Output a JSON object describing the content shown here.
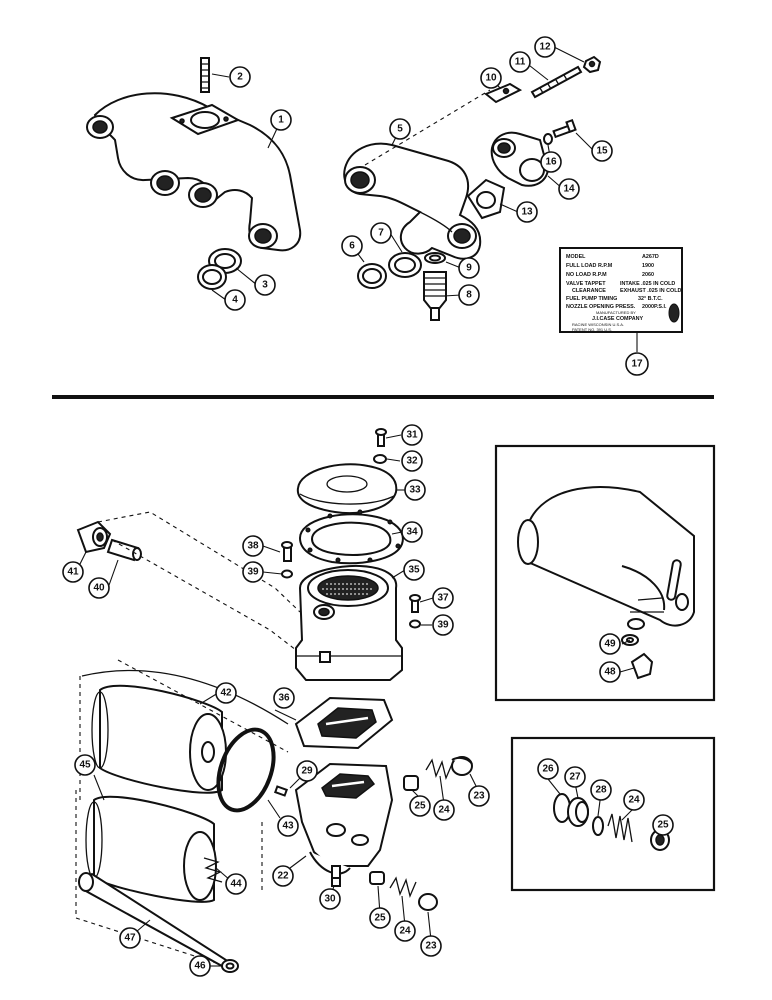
{
  "callouts": [
    "1",
    "2",
    "3",
    "4",
    "5",
    "6",
    "7",
    "8",
    "9",
    "10",
    "11",
    "12",
    "13",
    "14",
    "15",
    "16",
    "17",
    "22",
    "23",
    "23",
    "24",
    "24",
    "24",
    "25",
    "25",
    "25",
    "26",
    "27",
    "28",
    "29",
    "30",
    "31",
    "32",
    "33",
    "34",
    "35",
    "36",
    "37",
    "38",
    "39",
    "39",
    "40",
    "41",
    "42",
    "43",
    "44",
    "45",
    "46",
    "47",
    "48",
    "49"
  ],
  "decal": {
    "rows": [
      {
        "label": "MODEL",
        "value": "A267D"
      },
      {
        "label": "FULL LOAD R.P.M",
        "value": "1900"
      },
      {
        "label": "NO LOAD R.P.M",
        "value": "2060"
      },
      {
        "label": "VALVE TAPPET",
        "value": "INTAKE .025 IN COLD"
      },
      {
        "label": "CLEARANCE",
        "value": "EXHAUST .025 IN COLD"
      },
      {
        "label": "FUEL PUMP TIMING",
        "value": "32° B.T.C."
      },
      {
        "label": "NOZZLE OPENING PRESS.",
        "value": "2000P.S.I."
      }
    ],
    "maker_top": "MANUFACTURED BY",
    "maker": "J.I.CASE COMPANY",
    "maker_city": "RACINE    WISCONSIN    U.S.A.",
    "maker_part": "PATENT NO. 391 U.S."
  }
}
